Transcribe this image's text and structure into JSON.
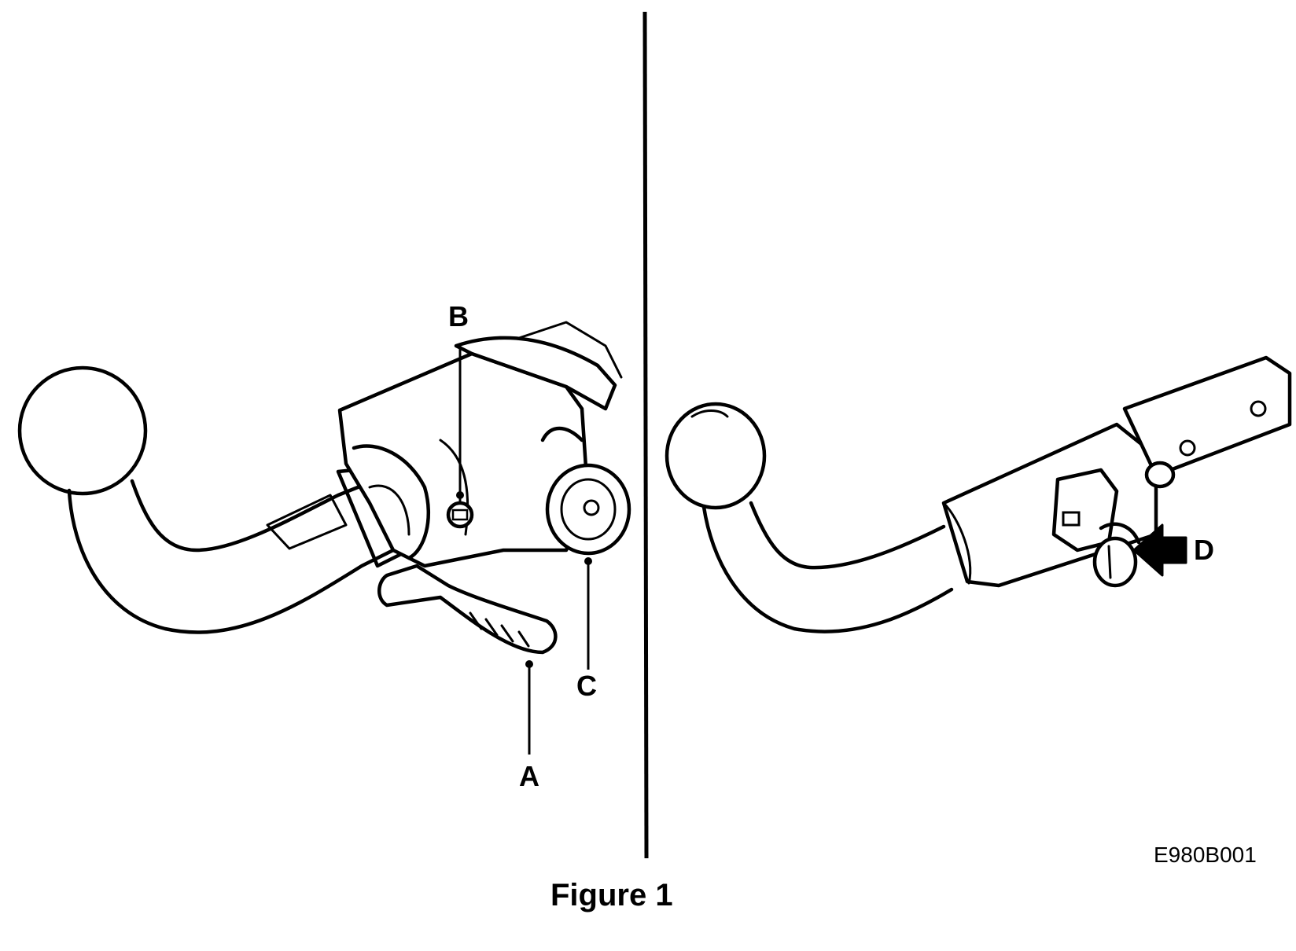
{
  "callouts": {
    "a": "A",
    "b": "B",
    "c": "C",
    "d": "D"
  },
  "image_code": "E980B001",
  "caption": "Figure 1"
}
